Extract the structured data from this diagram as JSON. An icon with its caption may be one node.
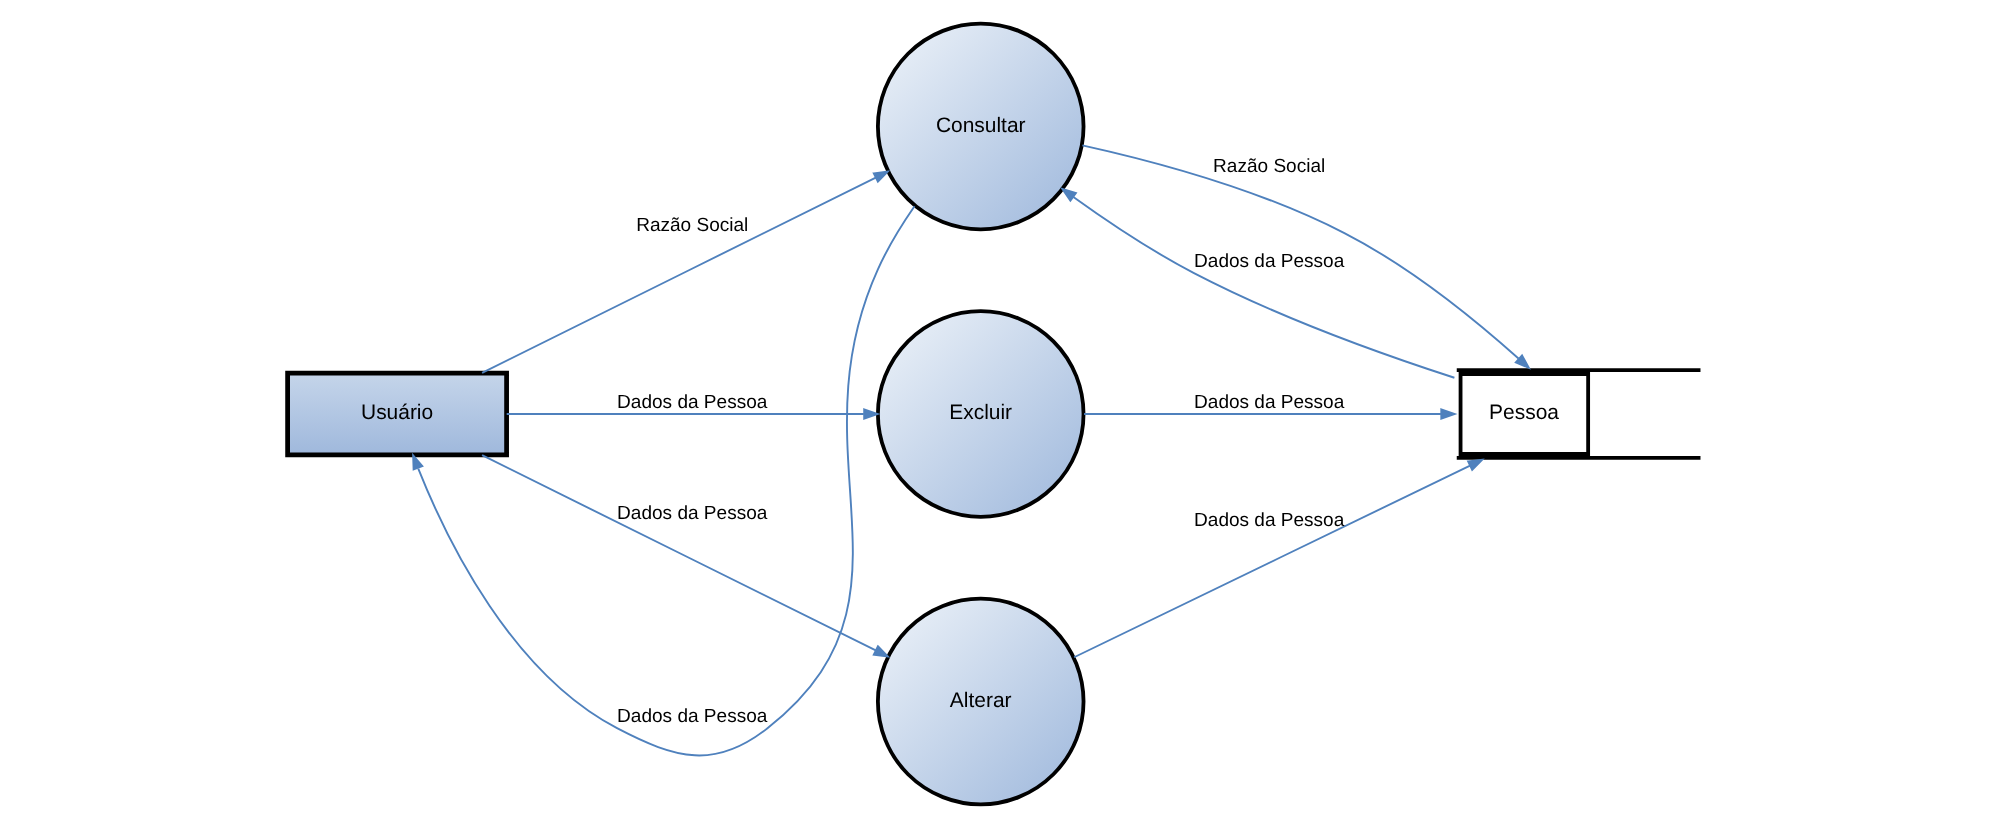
{
  "diagram": {
    "nodes": [
      {
        "text": [
          "Usuário"
        ]
      },
      {
        "text": [
          "Consultar"
        ]
      },
      {
        "text": [
          "Excluir"
        ]
      },
      {
        "text": [
          "Alterar"
        ]
      },
      {
        "text": [
          "Pessoa"
        ]
      }
    ],
    "edges": [
      {
        "from": 1,
        "to": 0,
        "arrow": "to",
        "label": "Dados da Pessoa"
      },
      {
        "from": 0,
        "to": 1,
        "arrow": "to",
        "label": "Razão Social"
      },
      {
        "from": 1,
        "to": 4,
        "arrow": "to",
        "label": "Razão Social"
      },
      {
        "from": 4,
        "to": 1,
        "arrow": "to",
        "label": "Dados da Pessoa"
      },
      {
        "from": 0,
        "to": 2,
        "arrow": "to",
        "label": "Dados da Pessoa"
      },
      {
        "from": 2,
        "to": 4,
        "arrow": "to",
        "label": "Dados da Pessoa"
      },
      {
        "from": 0,
        "to": 3,
        "arrow": "to",
        "label": "Dados da Pessoa"
      },
      {
        "from": 3,
        "to": 4,
        "arrow": "to",
        "label": "Dados da Pessoa"
      }
    ]
  }
}
